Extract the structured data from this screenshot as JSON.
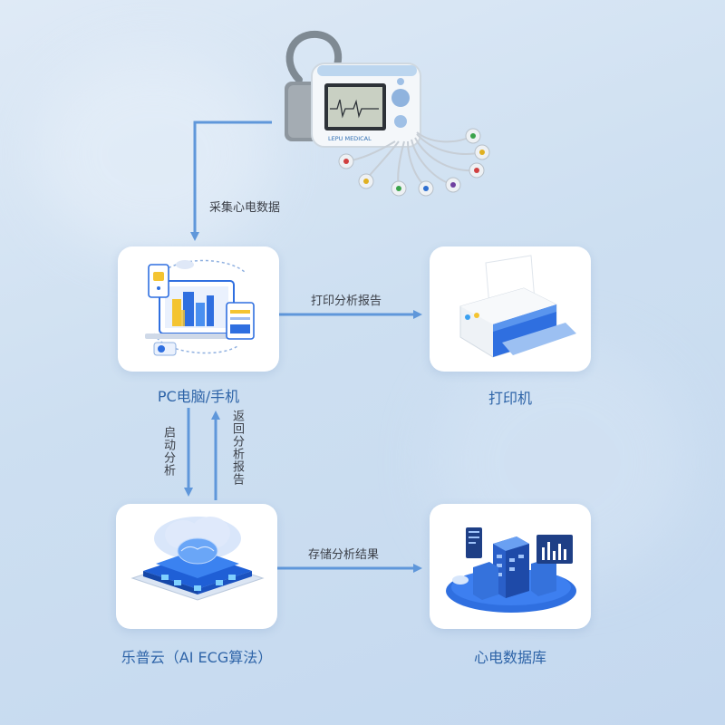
{
  "device": {
    "brand": "LEPU MEDICAL"
  },
  "nodes": {
    "pc": {
      "label": "PC电脑/手机"
    },
    "printer": {
      "label": "打印机"
    },
    "cloud": {
      "label": "乐普云（AI ECG算法）"
    },
    "database": {
      "label": "心电数据库"
    }
  },
  "edges": {
    "collect": {
      "label": "采集心电数据"
    },
    "print": {
      "label": "打印分析报告"
    },
    "start": {
      "label": "启动分析"
    },
    "return": {
      "label": "返回分析报告"
    },
    "store": {
      "label": "存储分析结果"
    }
  },
  "colors": {
    "arrow": "#5f97da",
    "label_blue": "#2e64a8",
    "accent_blue": "#2f6fe0"
  }
}
